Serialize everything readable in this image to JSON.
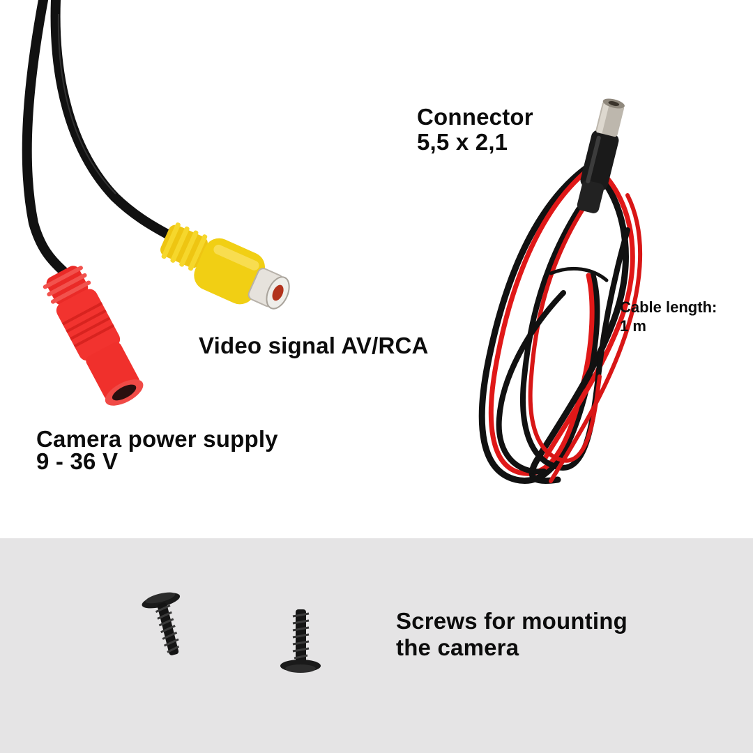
{
  "labels": {
    "connector": [
      "Connector",
      "5,5 x 2,1"
    ],
    "video_signal": [
      "Video signal AV/RCA"
    ],
    "power_supply": [
      "Camera power supply",
      "9 - 36 V"
    ],
    "cable_length": [
      "Cable length:",
      "1 m"
    ],
    "screws": [
      "Screws for mounting",
      "the camera"
    ]
  },
  "colors": {
    "background_top": "#ffffff",
    "background_bottom": "#e5e4e5",
    "text": "#0c0c0c",
    "cable_black": "#111111",
    "cable_red": "#e01818",
    "rca_yellow": "#f2cf12",
    "power_red": "#f2332f"
  }
}
